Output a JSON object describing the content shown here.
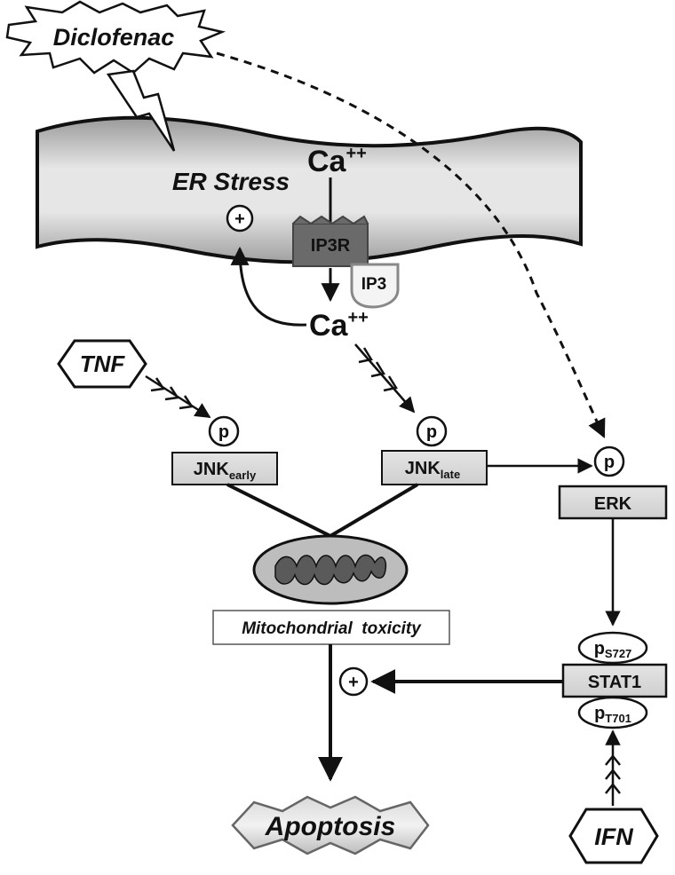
{
  "drug": {
    "label": "Diclofenac"
  },
  "er": {
    "label": "ER Stress"
  },
  "calcium": {
    "base": "Ca",
    "charge": "++"
  },
  "plus_sign": "+",
  "ip3r": {
    "label": "IP3R"
  },
  "ip3": {
    "label": "IP3"
  },
  "tnf": {
    "label": "TNF"
  },
  "phospho": "p",
  "jnk_early": {
    "base": "JNK",
    "sub": "early"
  },
  "jnk_late": {
    "base": "JNK",
    "sub": "late"
  },
  "erk": {
    "label": "ERK"
  },
  "mito": {
    "label": "Mitochondrial  toxicity"
  },
  "stat1": {
    "label": "STAT1"
  },
  "ps727": {
    "base": "p",
    "sub": "S727"
  },
  "pt701": {
    "base": "p",
    "sub": "T701"
  },
  "ifn": {
    "label": "IFN"
  },
  "apoptosis": {
    "label": "Apoptosis"
  }
}
